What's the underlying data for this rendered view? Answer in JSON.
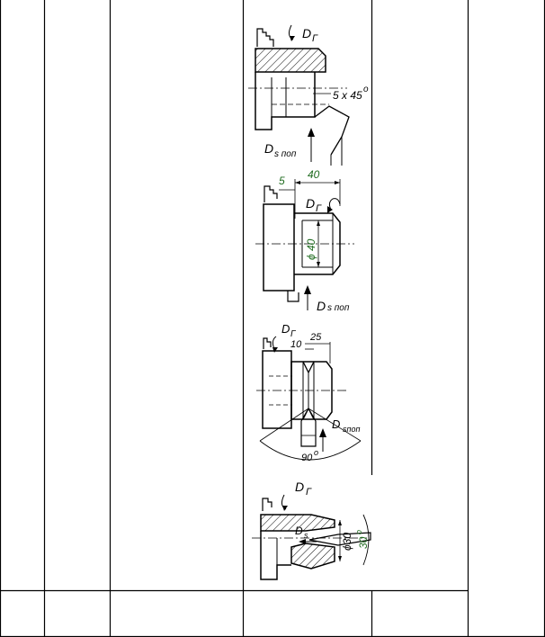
{
  "figures": [
    {
      "id": "fig-chamfer",
      "labels": {
        "rotation": "D",
        "rotation_sub": "Г",
        "feed": "D",
        "feed_sub": "s поп",
        "chamfer": "5 x 45",
        "deg": "o"
      }
    },
    {
      "id": "fig-groove",
      "labels": {
        "rotation": "D",
        "rotation_sub": "Г",
        "feed": "D",
        "feed_sub": "s поп",
        "len": "40",
        "offset": "5",
        "diam": "ϕ 40"
      }
    },
    {
      "id": "fig-vgroove",
      "labels": {
        "rotation": "D",
        "rotation_sub": "Г",
        "dim_a": "10",
        "dim_b": "25",
        "feed": "D",
        "feed_sub": "sпоп",
        "angle": "90",
        "deg": "o"
      }
    },
    {
      "id": "fig-taper",
      "labels": {
        "rotation": "D",
        "rotation_sub": "Г",
        "feed": "D",
        "feed_sub": "s",
        "diam": "ϕ30",
        "angle": "30",
        "deg": "o"
      }
    }
  ]
}
